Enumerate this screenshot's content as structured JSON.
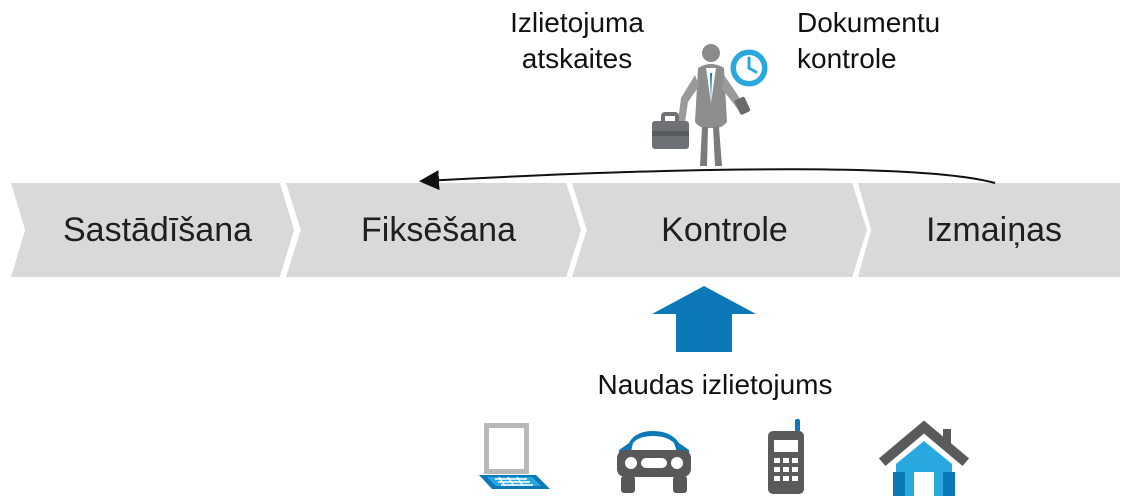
{
  "top_labels": {
    "left": "Izlietojuma\natskaites",
    "right": "Dokumentu\nkontrole"
  },
  "process": {
    "steps": [
      "Sastādīšana",
      "Fiksēšana",
      "Kontrole",
      "Izmaiņas"
    ]
  },
  "bottom": {
    "title": "Naudas izlietojums"
  },
  "icons": {
    "person": "businessman-with-briefcase-and-clock-icon",
    "laptop": "laptop-icon",
    "car": "car-icon",
    "phone": "mobile-phone-icon",
    "house": "house-icon"
  },
  "colors": {
    "chevron": "#d9d9d9",
    "accent": "#0b79b8",
    "accent_light": "#29a8e0",
    "text": "#111111"
  }
}
